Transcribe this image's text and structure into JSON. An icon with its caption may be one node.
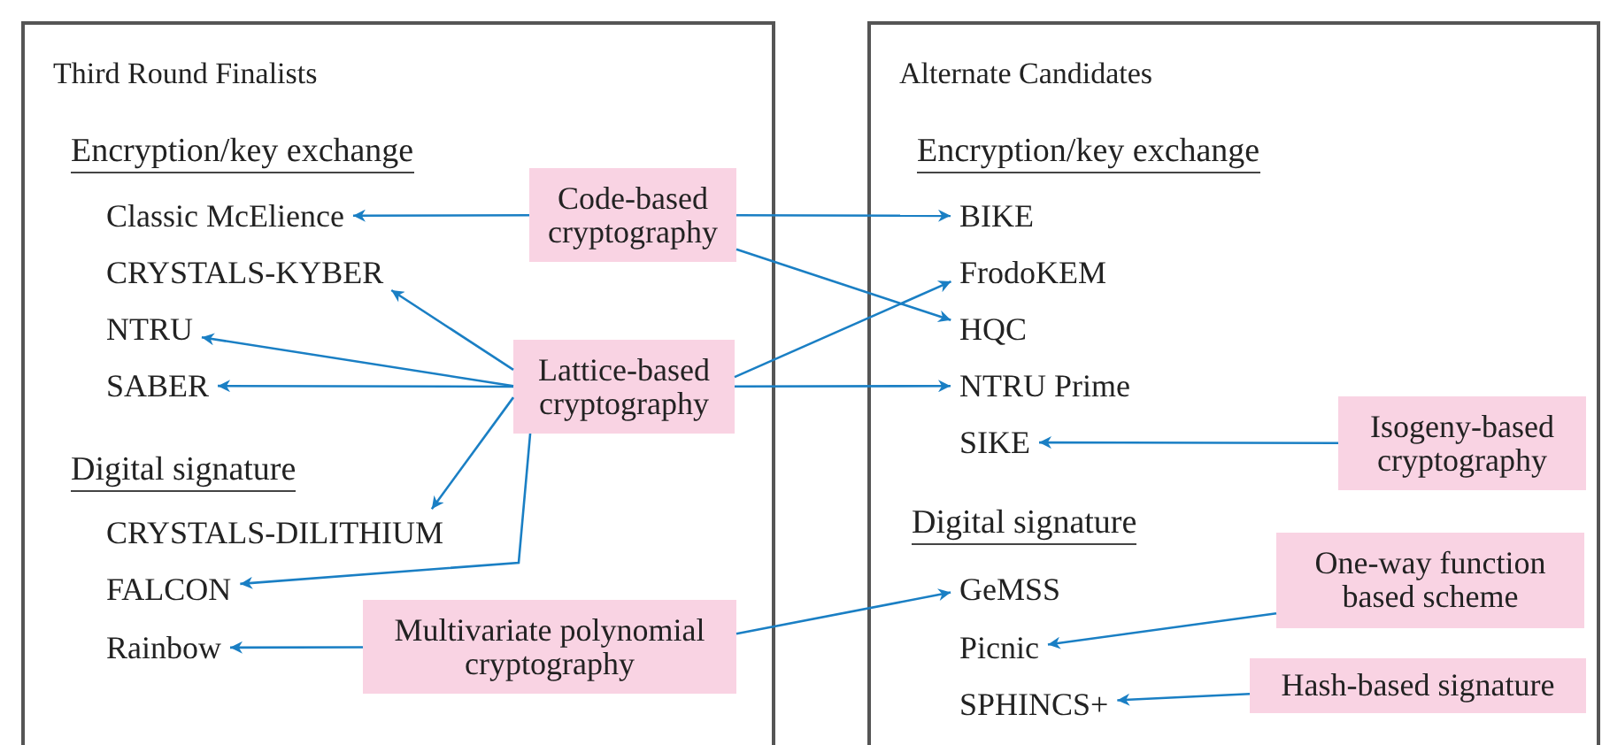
{
  "diagram": {
    "nodes": [
      {
        "text": [
          "Third Round Finalists"
        ]
      },
      {
        "text": [
          "Classic McElience"
        ],
        "in": 0
      },
      {
        "text": [
          "CRYSTALS-KYBER"
        ],
        "in": 0
      },
      {
        "text": [
          "NTRU"
        ],
        "in": 0
      },
      {
        "text": [
          "SABER"
        ],
        "in": 0
      },
      {
        "text": [
          "CRYSTALS-DILITHIUM"
        ],
        "in": 0
      },
      {
        "text": [
          "FALCON"
        ],
        "in": 0
      },
      {
        "text": [
          "Rainbow"
        ],
        "in": 0
      },
      {
        "text": [
          "Code-based cryptography"
        ],
        "in": 0
      },
      {
        "text": [
          "Lattice-based cryptography"
        ],
        "in": 0
      },
      {
        "text": [
          "Multivariate polynomial cryptography"
        ],
        "in": 0
      },
      {
        "text": [
          "Alternate Candidates"
        ]
      },
      {
        "text": [
          "BIKE"
        ],
        "in": 11
      },
      {
        "text": [
          "FrodoKEM"
        ],
        "in": 11
      },
      {
        "text": [
          "HQC"
        ],
        "in": 11
      },
      {
        "text": [
          "NTRU Prime"
        ],
        "in": 11
      },
      {
        "text": [
          "SIKE"
        ],
        "in": 11
      },
      {
        "text": [
          "GeMSS"
        ],
        "in": 11
      },
      {
        "text": [
          "Picnic"
        ],
        "in": 11
      },
      {
        "text": [
          "SPHINCS+"
        ],
        "in": 11
      },
      {
        "text": [
          "Isogeny-based cryptography"
        ],
        "in": 11
      },
      {
        "text": [
          "One-way function based scheme"
        ],
        "in": 11
      },
      {
        "text": [
          "Hash-based signature"
        ],
        "in": 11
      }
    ],
    "edges": [
      {
        "from": 8,
        "to": 1,
        "arrow": "to"
      },
      {
        "from": 8,
        "to": 12,
        "arrow": "to"
      },
      {
        "from": 8,
        "to": 14,
        "arrow": "to"
      },
      {
        "from": 9,
        "to": 2,
        "arrow": "to"
      },
      {
        "from": 9,
        "to": 3,
        "arrow": "to"
      },
      {
        "from": 9,
        "to": 4,
        "arrow": "to"
      },
      {
        "from": 9,
        "to": 5,
        "arrow": "to"
      },
      {
        "from": 9,
        "to": 6,
        "arrow": "to"
      },
      {
        "from": 9,
        "to": 13,
        "arrow": "to"
      },
      {
        "from": 9,
        "to": 15,
        "arrow": "to"
      },
      {
        "from": 20,
        "to": 16,
        "arrow": "to"
      },
      {
        "from": 10,
        "to": 7,
        "arrow": "to"
      },
      {
        "from": 10,
        "to": 17,
        "arrow": "to"
      },
      {
        "from": 21,
        "to": 18,
        "arrow": "to"
      },
      {
        "from": 22,
        "to": 19,
        "arrow": "to"
      }
    ],
    "labels": [
      "Encryption/key exchange",
      "Digital signature",
      "Encryption/key exchange",
      "Digital signature"
    ]
  }
}
